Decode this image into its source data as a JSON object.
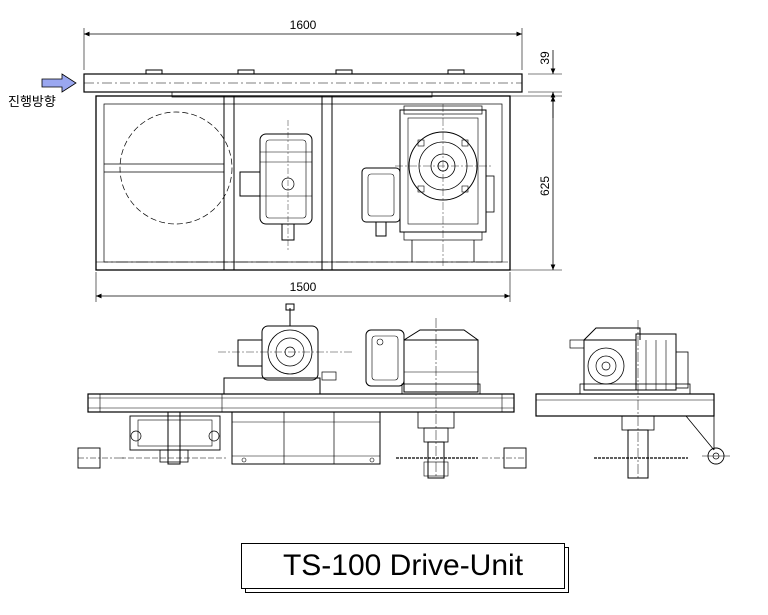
{
  "dimensions": {
    "overall_length": "1600",
    "frame_length": "1500",
    "frame_height": "625",
    "top_rail": "39"
  },
  "direction_label": "진행방향",
  "title": "TS-100 Drive-Unit",
  "colors": {
    "line": "#000000",
    "arrow_fill": "#9aa7f0",
    "background": "#ffffff"
  }
}
